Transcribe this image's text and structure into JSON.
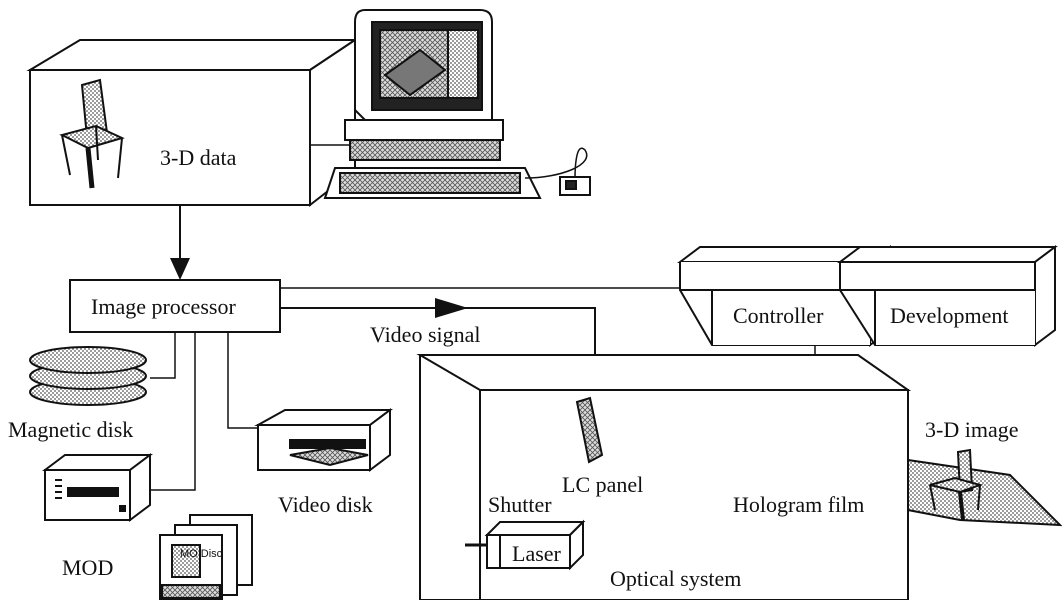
{
  "colors": {
    "stroke": "#111111",
    "shade": "#c8c8c8",
    "dark": "#3a3a3a",
    "background": "#ffffff"
  },
  "labels": {
    "data3d": "3-D data",
    "image_processor": "Image processor",
    "video_signal": "Video signal",
    "magnetic_disk": "Magnetic disk",
    "mod": "MOD",
    "video_disk": "Video disk",
    "controller": "Controller",
    "development": "Development",
    "image3d": "3-D image",
    "lc_panel": "LC panel",
    "shutter": "Shutter",
    "laser": "Laser",
    "hologram_film": "Hologram film",
    "optical_system": "Optical system",
    "mo_disc": "MO Disc"
  },
  "icons": [
    "computer-icon",
    "chair-icon",
    "magnetic-disk-icon",
    "mod-drive-icon",
    "mo-disc-icon",
    "video-disk-icon",
    "lc-panel-icon"
  ]
}
